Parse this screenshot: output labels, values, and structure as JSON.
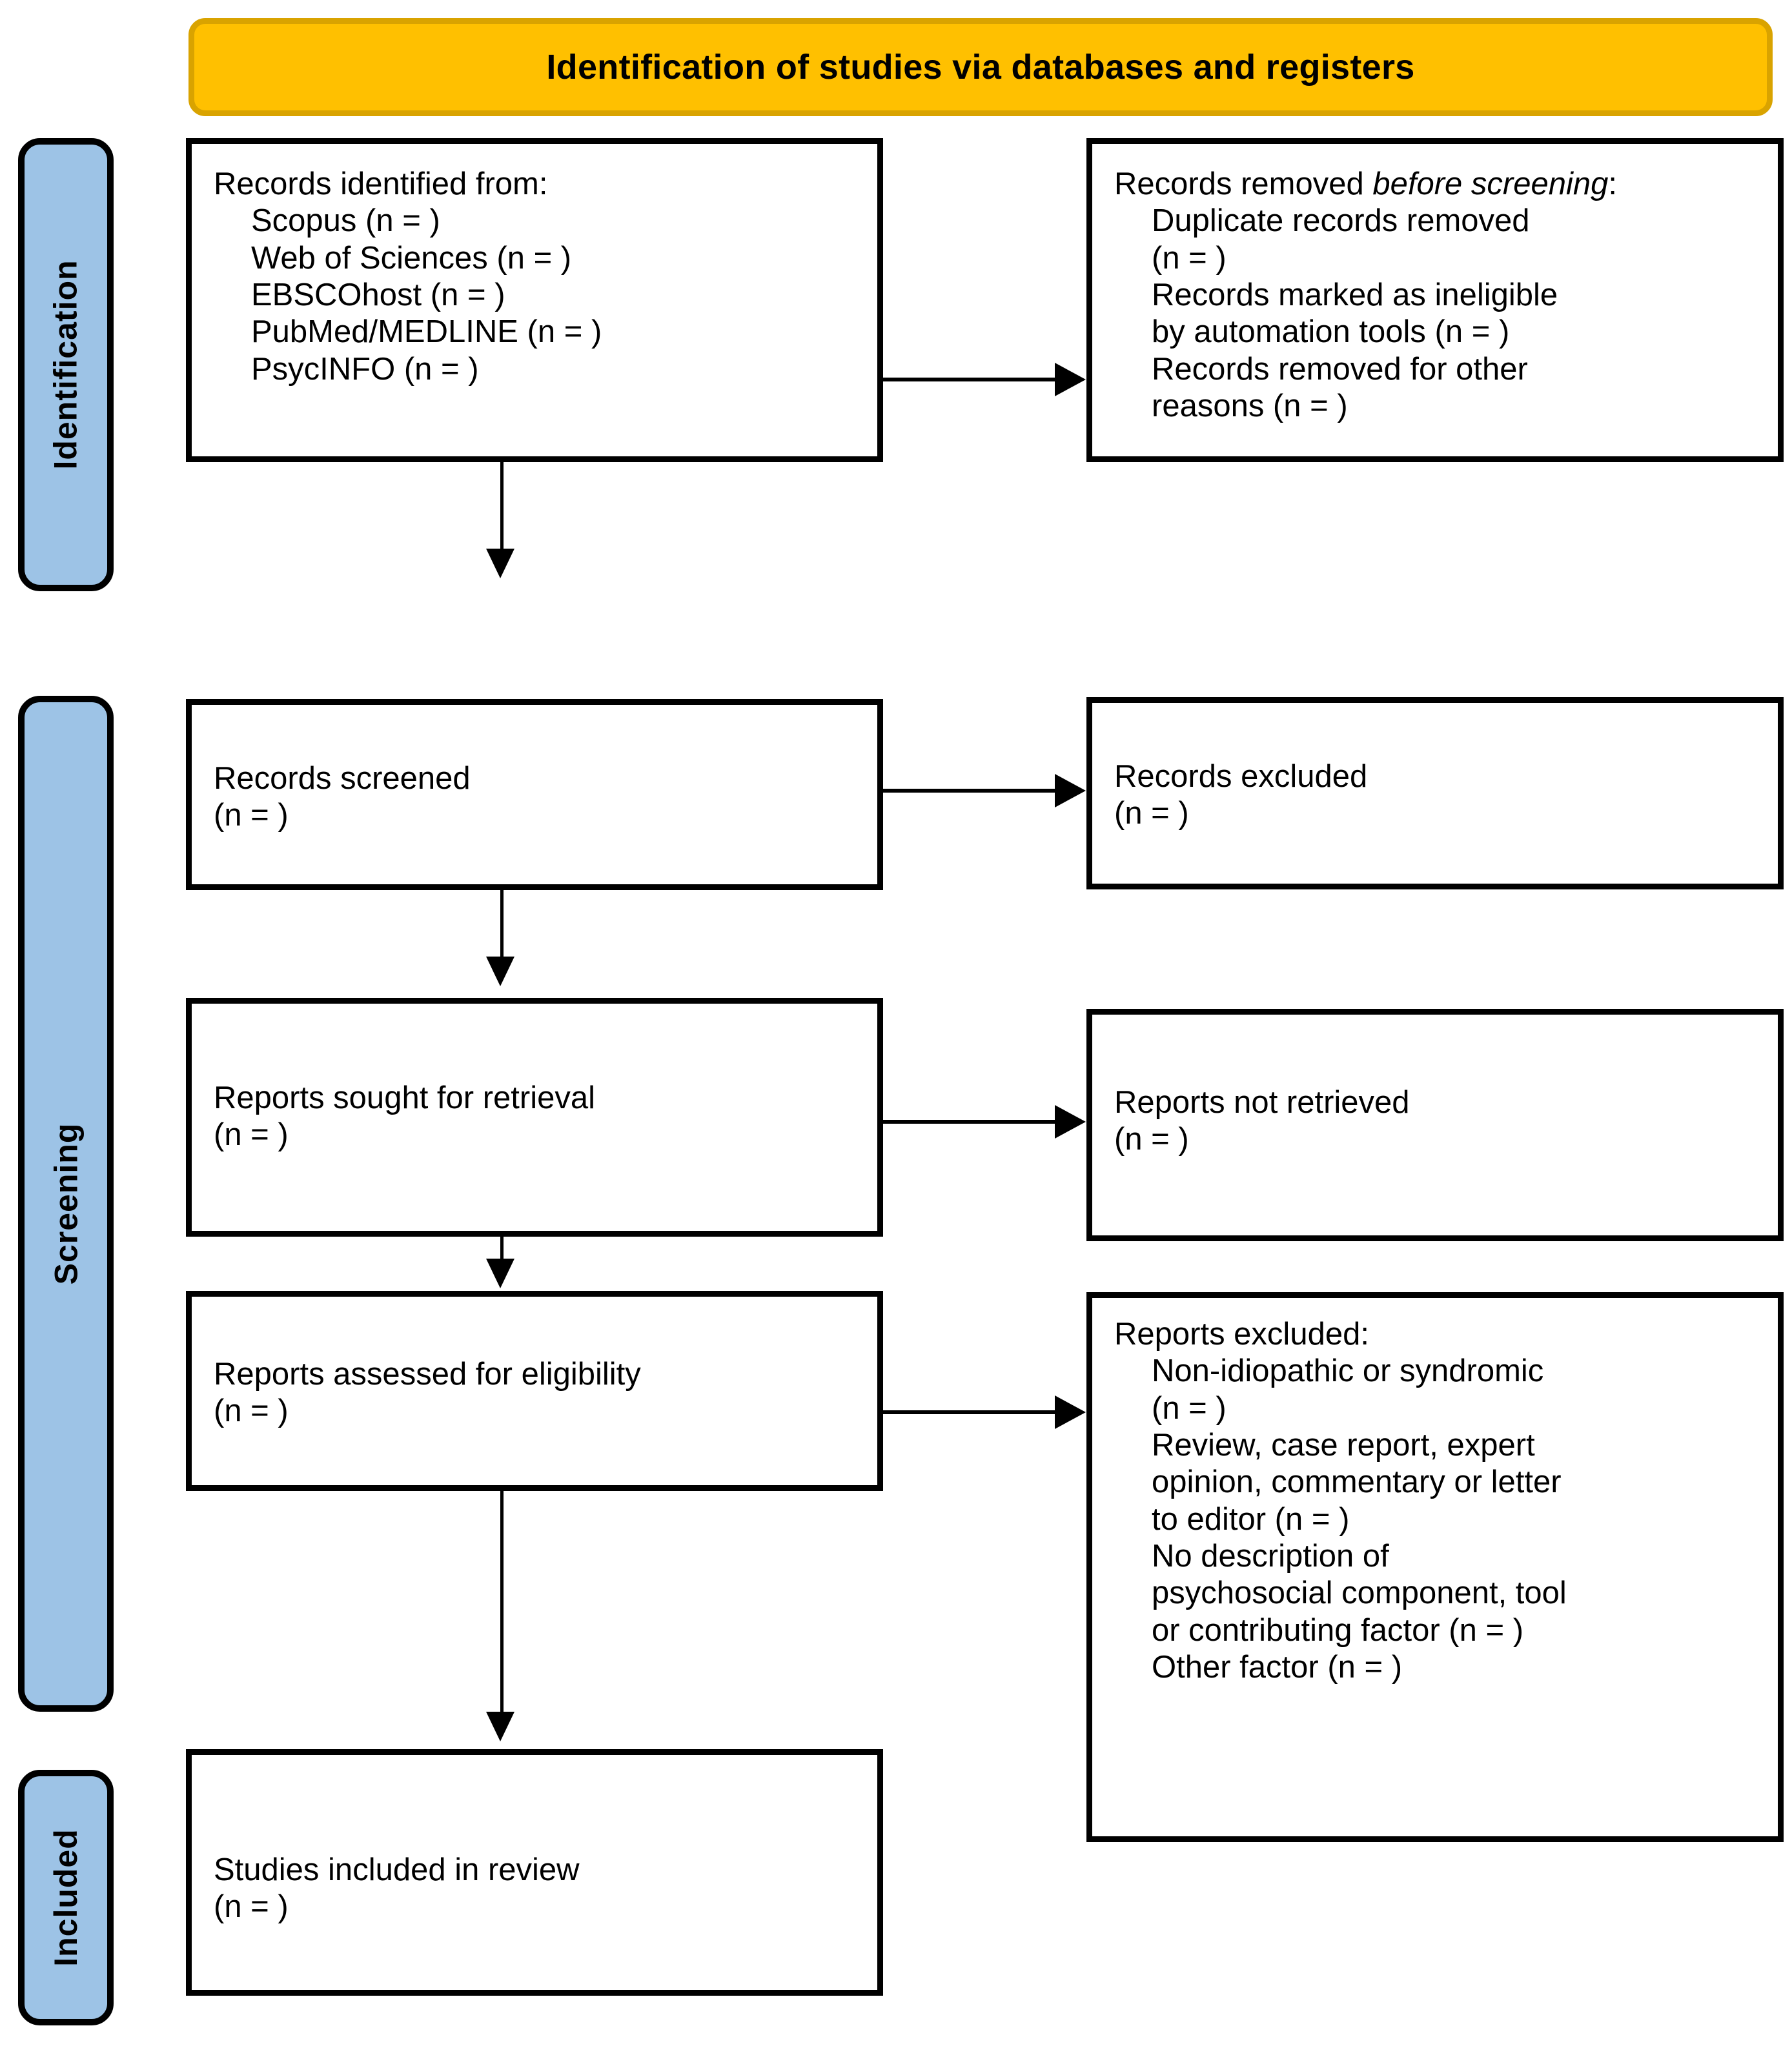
{
  "banner": {
    "title": "Identification of studies via databases and registers",
    "fill": "#FFC000",
    "border": "#D9A300"
  },
  "phases": {
    "fill": "#9DC3E6",
    "identification": "Identification",
    "screening": "Screening",
    "included": "Included"
  },
  "boxes": {
    "identified": {
      "heading": "Records identified from:",
      "items": [
        "Scopus (n = )",
        "Web of Sciences (n = )",
        "EBSCOhost (n = )",
        "PubMed/MEDLINE (n = )",
        "PsycINFO (n = )"
      ]
    },
    "removed": {
      "heading_pre": "Records removed ",
      "heading_em": "before screening",
      "heading_post": ":",
      "items": [
        "Duplicate records removed",
        "(n = )",
        "Records marked as ineligible",
        "by automation tools (n = )",
        "Records removed for other",
        "reasons (n = )"
      ]
    },
    "screened": {
      "line1": "Records screened",
      "line2": "(n = )"
    },
    "excluded": {
      "line1": "Records excluded",
      "line2": "(n = )"
    },
    "sought": {
      "line1": "Reports sought for retrieval",
      "line2": "(n = )"
    },
    "not_retrieved": {
      "line1": "Reports not retrieved",
      "line2": "(n = )"
    },
    "assessed": {
      "line1": "Reports assessed for eligibility",
      "line2": "(n = )"
    },
    "reports_excluded": {
      "heading": "Reports excluded:",
      "items": [
        "Non-idiopathic or syndromic",
        "(n = )",
        "Review, case report, expert",
        "opinion, commentary or letter",
        "to editor (n = )",
        "No description of",
        "psychosocial component, tool",
        "or contributing factor (n = )",
        "Other factor (n = )"
      ]
    },
    "included": {
      "line1": "Studies included in review",
      "line2": "(n = )"
    }
  }
}
